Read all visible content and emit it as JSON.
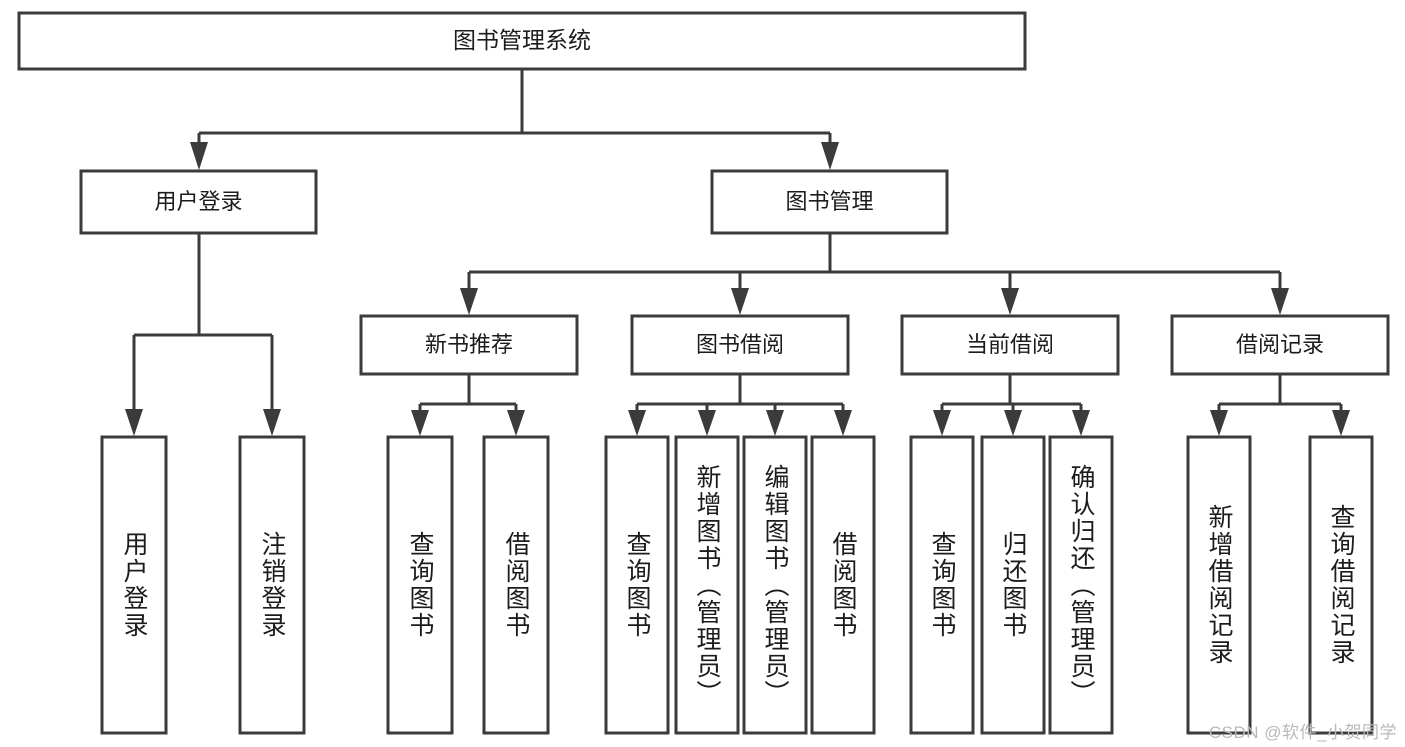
{
  "diagram": {
    "title": "图书管理系统",
    "type": "tree-hierarchy",
    "watermark": "CSDN @软件_小贺同学",
    "colors": {
      "stroke": "#3b3b3b",
      "fill": "#ffffff",
      "text": "#1c1c1c",
      "watermark": "#b9b9b9"
    },
    "root": {
      "id": "root",
      "label": "图书管理系统",
      "orientation": "horizontal"
    },
    "level1": [
      {
        "id": "user-login",
        "label": "用户登录",
        "orientation": "horizontal"
      },
      {
        "id": "book-manage",
        "label": "图书管理",
        "orientation": "horizontal"
      }
    ],
    "level2": [
      {
        "id": "new-book-recommend",
        "label": "新书推荐",
        "orientation": "horizontal"
      },
      {
        "id": "book-borrow",
        "label": "图书借阅",
        "orientation": "horizontal"
      },
      {
        "id": "current-borrow",
        "label": "当前借阅",
        "orientation": "horizontal"
      },
      {
        "id": "borrow-record",
        "label": "借阅记录",
        "orientation": "horizontal"
      }
    ],
    "leaves": [
      {
        "id": "leaf-user-login",
        "label": "用户登录",
        "parent": "user-login",
        "orientation": "vertical"
      },
      {
        "id": "leaf-logout-login",
        "label": "注销登录",
        "parent": "user-login",
        "orientation": "vertical"
      },
      {
        "id": "leaf-query-book-1",
        "label": "查询图书",
        "parent": "new-book-recommend",
        "orientation": "vertical"
      },
      {
        "id": "leaf-borrow-book-1",
        "label": "借阅图书",
        "parent": "new-book-recommend",
        "orientation": "vertical"
      },
      {
        "id": "leaf-query-book-2",
        "label": "查询图书",
        "parent": "book-borrow",
        "orientation": "vertical"
      },
      {
        "id": "leaf-add-book",
        "label": "新增图书（管理员）",
        "parent": "book-borrow",
        "orientation": "vertical"
      },
      {
        "id": "leaf-edit-book",
        "label": "编辑图书（管理员）",
        "parent": "book-borrow",
        "orientation": "vertical"
      },
      {
        "id": "leaf-borrow-book-2",
        "label": "借阅图书",
        "parent": "book-borrow",
        "orientation": "vertical"
      },
      {
        "id": "leaf-query-book-3",
        "label": "查询图书",
        "parent": "current-borrow",
        "orientation": "vertical"
      },
      {
        "id": "leaf-return-book",
        "label": "归还图书",
        "parent": "current-borrow",
        "orientation": "vertical"
      },
      {
        "id": "leaf-confirm-return",
        "label": "确认归还（管理员）",
        "parent": "current-borrow",
        "orientation": "vertical"
      },
      {
        "id": "leaf-add-record",
        "label": "新增借阅记录",
        "parent": "borrow-record",
        "orientation": "vertical"
      },
      {
        "id": "leaf-query-record",
        "label": "查询借阅记录",
        "parent": "borrow-record",
        "orientation": "vertical"
      }
    ]
  }
}
